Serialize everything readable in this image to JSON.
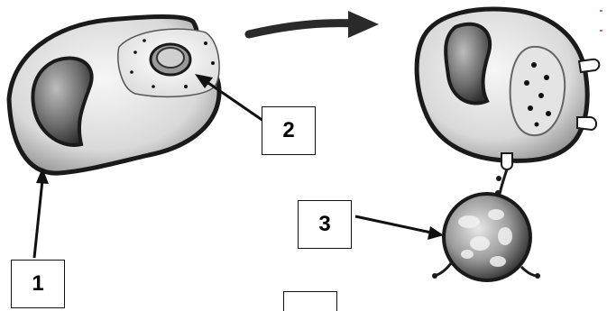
{
  "labels": {
    "one": "1",
    "two": "2",
    "three": "3",
    "four": ""
  },
  "colors": {
    "outline": "#1a1a1a",
    "cell_fill": "#d8d8d8",
    "cell_light": "#eeeeee",
    "nucleus_fill": "#8a8a8a",
    "arrow": "#222222"
  }
}
